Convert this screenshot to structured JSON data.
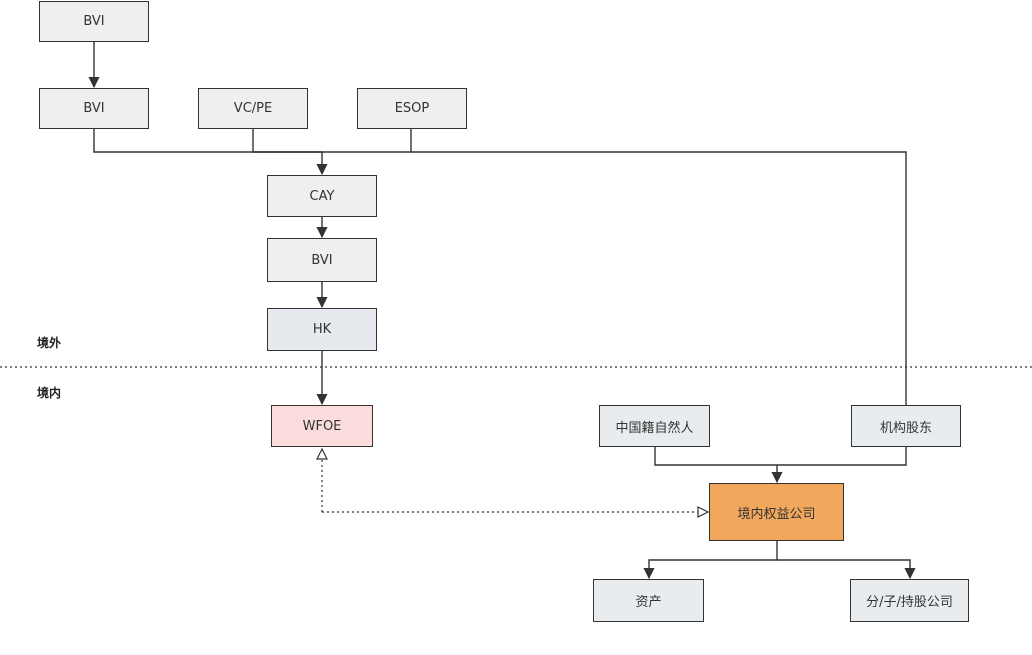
{
  "regions": {
    "offshore": "境外",
    "onshore": "境内"
  },
  "nodes": {
    "bvi_top": "BVI",
    "bvi_mid": "BVI",
    "vcpe": "VC/PE",
    "esop": "ESOP",
    "cay": "CAY",
    "bvi_sub": "BVI",
    "hk": "HK",
    "wfoe": "WFOE",
    "individual": "中国籍自然人",
    "institutional": "机构股东",
    "domestic_co": "境内权益公司",
    "assets": "资产",
    "subsidiary": "分/子/持股公司"
  },
  "colors": {
    "offshore_fill": "#f0eeee",
    "hk_fill": "#e6e9ee",
    "wfoe_fill": "#fbdcdc",
    "onshore_fill": "#e9ecef",
    "domestic_fill": "#f2a85c",
    "line": "#333333"
  }
}
